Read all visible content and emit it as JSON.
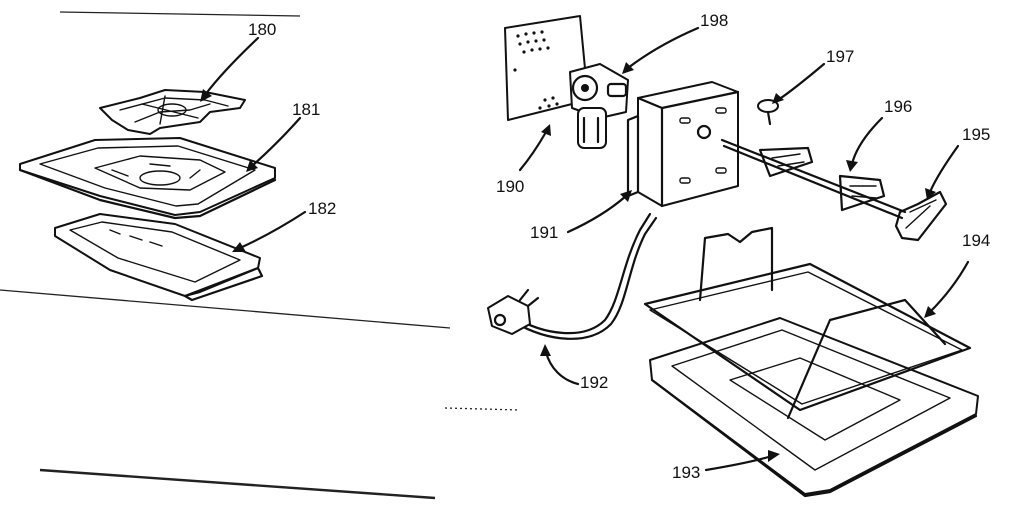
{
  "callouts": {
    "c180": "180",
    "c181": "181",
    "c182": "182",
    "c190": "190",
    "c191": "191",
    "c192": "192",
    "c193": "193",
    "c194": "194",
    "c195": "195",
    "c196": "196",
    "c197": "197",
    "c198": "198"
  }
}
